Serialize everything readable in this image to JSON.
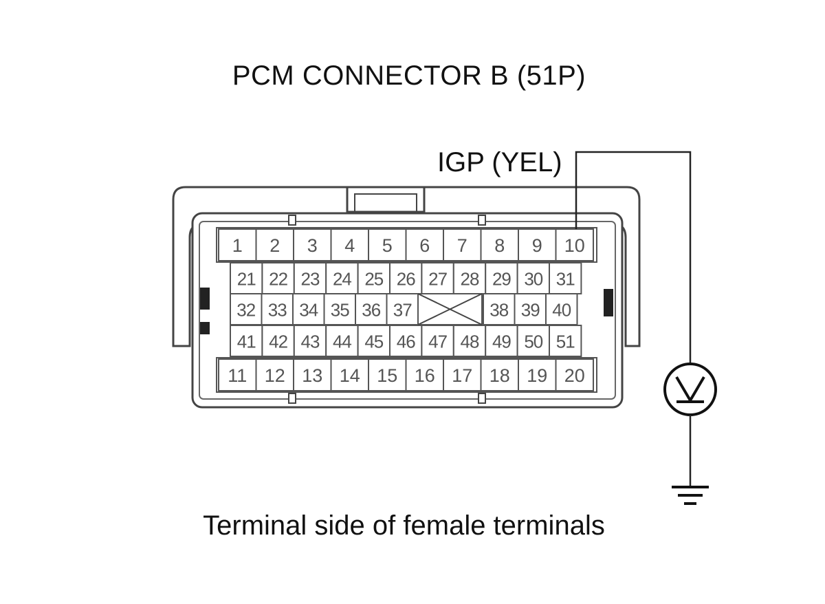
{
  "title": "PCM CONNECTOR B (51P)",
  "wire_label": "IGP (YEL)",
  "caption": "Terminal side of female terminals",
  "meter_symbol": "V",
  "connector": {
    "top_row": [
      "1",
      "2",
      "3",
      "4",
      "5",
      "6",
      "7",
      "8",
      "9",
      "10"
    ],
    "row_2": [
      "21",
      "22",
      "23",
      "24",
      "25",
      "26",
      "27",
      "28",
      "29",
      "30",
      "31"
    ],
    "row_3_left": [
      "32",
      "33",
      "34",
      "35",
      "36",
      "37"
    ],
    "row_3_right": [
      "38",
      "39",
      "40"
    ],
    "row_4": [
      "41",
      "42",
      "43",
      "44",
      "45",
      "46",
      "47",
      "48",
      "49",
      "50",
      "51"
    ],
    "bottom_row": [
      "11",
      "12",
      "13",
      "14",
      "15",
      "16",
      "17",
      "18",
      "19",
      "20"
    ]
  },
  "colors": {
    "line": "#3a3a3a",
    "text": "#111111",
    "pin_text": "#555555"
  }
}
